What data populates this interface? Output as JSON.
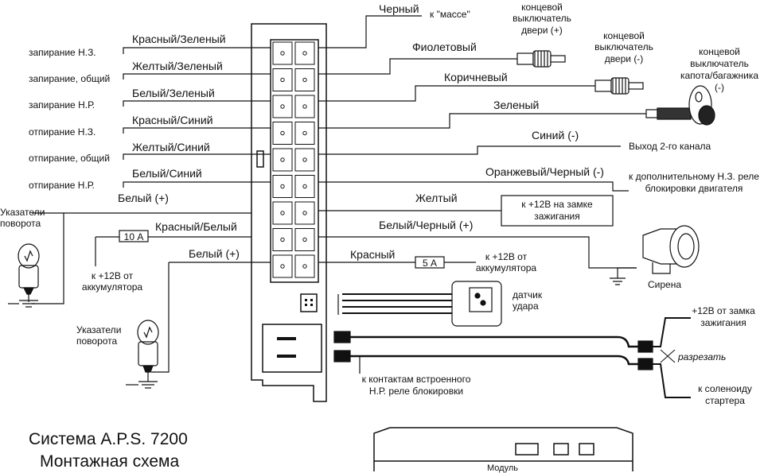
{
  "right_side": {
    "black": "Черный",
    "to_ground": "к \"массе\"",
    "violet": "Фиолетовый",
    "door_switch_plus": "концевой выключатель двери (+)",
    "door_switch_minus": "концевой выключатель двери (-)",
    "brown": "Коричневый",
    "hood_switch": "концевой выключатель капота/багажника (-)",
    "green": "Зеленый",
    "blue_minus": "Синий (-)",
    "channel2": "Выход 2-го канала",
    "orange_black": "Оранжевый/Черный (-)",
    "relay_nc": "к дополнительному Н.З. реле блокировки двигателя",
    "yellow": "Желтый",
    "ignition_plus": "к +12В на замке зажигания",
    "white_black": "Белый/Черный (+)",
    "red": "Красный",
    "fuse_5a": "5 А",
    "battery_plus_right": "к +12В от аккумулятора",
    "siren": "Сирена",
    "shock_sensor": "датчик удара",
    "ignition_from_lock": "+12В от замка зажигания",
    "cut": "разрезать",
    "starter_solenoid": "к соленоиду стартера",
    "relay_contacts": "к контактам встроенного Н.Р. реле блокировки"
  },
  "left_side": {
    "lock_nc": "запирание Н.З.",
    "red_green": "Красный/Зеленый",
    "lock_common": "запирание, общий",
    "yellow_green": "Желтый/Зеленый",
    "lock_no": "запирание Н.Р.",
    "white_green": "Белый/Зеленый",
    "unlock_nc": "отпирание Н.З.",
    "red_blue": "Красный/Синий",
    "unlock_common": "отпирание, общий",
    "yellow_blue": "Желтый/Синий",
    "unlock_no": "отпирание Н.Р.",
    "white_blue": "Белый/Синий",
    "white_plus_1": "Белый (+)",
    "turn_signals_1": "Указатели поворота",
    "fuse_10a": "10 А",
    "red_white": "Красный/Белый",
    "battery_plus_left": "к +12В от аккумулятора",
    "white_plus_2": "Белый (+)",
    "turn_signals_2": "Указатели поворота"
  },
  "footer": {
    "title_line1": "Система A.P.S. 7200",
    "title_line2": "Монтажная схема",
    "module_label": "Модуль"
  }
}
